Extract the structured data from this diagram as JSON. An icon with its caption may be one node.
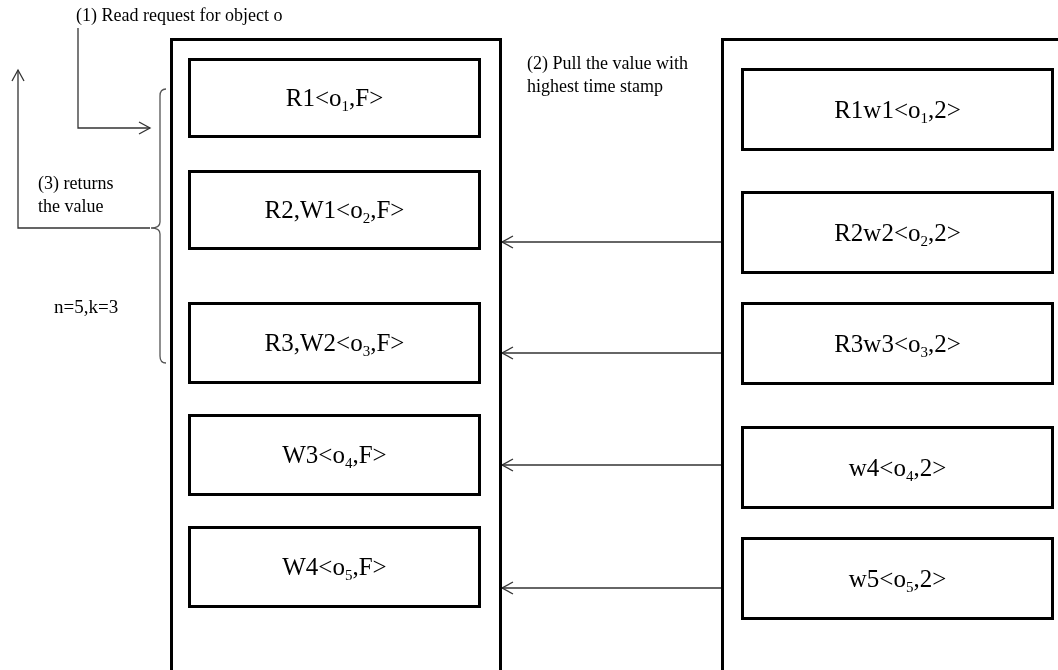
{
  "diagram": {
    "nodes": [
      {
        "text": [],
        "shape": "box"
      },
      {
        "text": [
          "R1<o$_{1}$,F>"
        ],
        "in": 0
      },
      {
        "text": [
          "R2,W1<o$_{2}$,F>"
        ],
        "in": 0
      },
      {
        "text": [
          "R3,W2<o$_{3}$,F>"
        ],
        "in": 0
      },
      {
        "text": [
          "W3<o$_{4}$,F>"
        ],
        "in": 0
      },
      {
        "text": [
          "W4<o$_{5}$,F>"
        ],
        "in": 0
      },
      {
        "text": [],
        "shape": "box"
      },
      {
        "text": [
          "R1w1<o$_{1}$,2>"
        ],
        "in": 6
      },
      {
        "text": [
          "R2w2<o$_{2}$,2>"
        ],
        "in": 6
      },
      {
        "text": [
          "R3w3<o$_{3}$,2>"
        ],
        "in": 6
      },
      {
        "text": [
          "w4<o$_{4}$,2>"
        ],
        "in": 6
      },
      {
        "text": [
          "w5<o$_{5}$,2>"
        ],
        "in": 6
      },
      {
        "text": [
          "(1) Read request for object o"
        ]
      },
      {
        "text": [],
        "shape": "bracket",
        "beside": [
          "n=5,k=3"
        ]
      }
    ],
    "edges": [
      {
        "from": 12,
        "to": 13,
        "arrow": "to"
      },
      {
        "from": 13,
        "to": null,
        "arrow": "to",
        "label": "(3) returns the value"
      },
      {
        "from": 6,
        "to": 0,
        "arrow": "to"
      },
      {
        "from": 6,
        "to": 0,
        "arrow": "to"
      },
      {
        "from": 6,
        "to": 0,
        "arrow": "to"
      },
      {
        "from": 6,
        "to": 0,
        "arrow": "to"
      }
    ],
    "labels": [
      "(2) Pull the value with highest time stamp"
    ]
  }
}
